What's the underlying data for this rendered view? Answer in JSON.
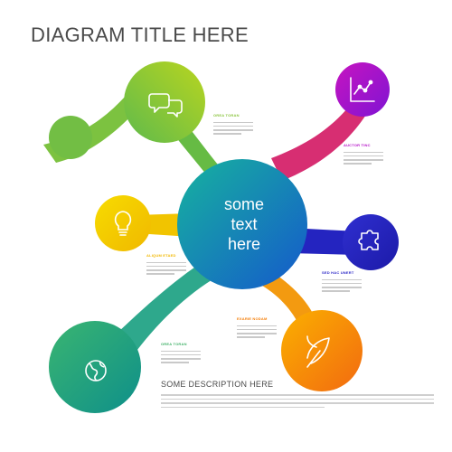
{
  "title": "DIAGRAM TITLE HERE",
  "center_text": [
    "some",
    "text",
    "here"
  ],
  "description_title": "SOME DESCRIPTION HERE",
  "colors": {
    "title": "#4a4a4a",
    "center_gradient": [
      "#13a7a2",
      "#1469c8"
    ],
    "green": "#8bc53f",
    "yellow": "#f4d200",
    "teal": "#1ea58a",
    "purple": "#b511c9",
    "blue": "#2522c4",
    "orange": "#f57f0a",
    "connector_magenta": "#d72e72"
  },
  "nodes": [
    {
      "id": "chat",
      "icon": "speech-bubbles-icon",
      "label": "OREA TORAN",
      "label_color": "#8bc53f"
    },
    {
      "id": "idea",
      "icon": "lightbulb-icon",
      "label": "ALIQUM ETAED",
      "label_color": "#f2b800"
    },
    {
      "id": "globe",
      "icon": "globe-icon",
      "label": "OREA TORAN",
      "label_color": "#43b26a"
    },
    {
      "id": "chart",
      "icon": "line-chart-icon",
      "label": "AUCTOR TINC",
      "label_color": "#b511c9"
    },
    {
      "id": "puzzle",
      "icon": "puzzle-piece-icon",
      "label": "SED HAC UNERT",
      "label_color": "#2f2bc8"
    },
    {
      "id": "leaf",
      "icon": "leaf-icon",
      "label": "EXARIE NODAM",
      "label_color": "#f57f0a"
    }
  ]
}
